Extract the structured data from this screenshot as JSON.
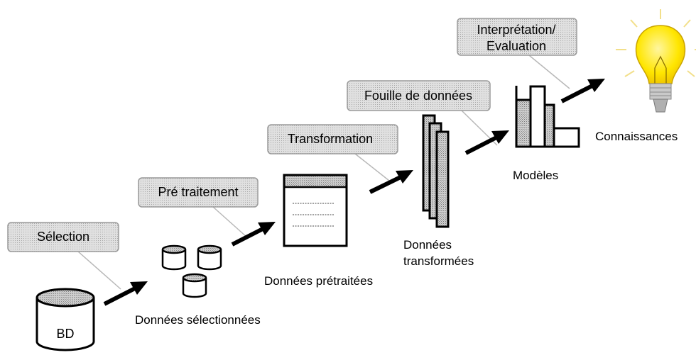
{
  "steps": {
    "selection": "Sélection",
    "pretraitement": "Pré traitement",
    "transformation": "Transformation",
    "fouille": "Fouille de données",
    "interpretation_line1": "Interprétation/",
    "interpretation_line2": "Evaluation"
  },
  "artifacts": {
    "bd": "BD",
    "donnees_selectionnees": "Données sélectionnées",
    "donnees_pretraitees": "Données prétraitées",
    "donnees_transformees_line1": "Données",
    "donnees_transformees_line2": "transformées",
    "modeles": "Modèles",
    "connaissances": "Connaissances"
  },
  "icons": [
    "database-icon",
    "cylinder-icon",
    "document-icon",
    "stacked-sheets-icon",
    "bar-chart-icon",
    "lightbulb-icon",
    "arrow-icon"
  ],
  "colors": {
    "box_fill": "#e8e8e8",
    "pattern": "#c8c8c8",
    "bulb": "#ffe600",
    "stroke": "#000000"
  }
}
